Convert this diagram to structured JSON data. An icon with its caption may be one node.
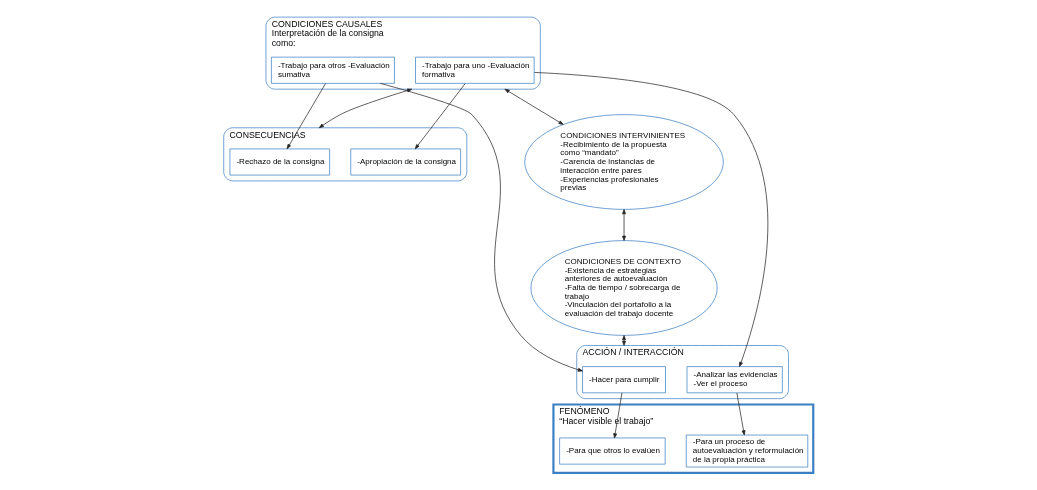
{
  "diagram": {
    "nodes": [
      {
        "text": [
          "CONDICIONES CAUSALES",
          "Interpretación de la consigna como:"
        ]
      },
      {
        "text": [
          "-Trabajo para otros -Evaluación sumativa"
        ],
        "in": 0
      },
      {
        "text": [
          "-Trabajo para uno -Evaluación formativa"
        ],
        "in": 0
      },
      {
        "text": [
          "CONDICIONES INTERVINIENTES",
          "-Recibimiento de la propuesta como “mandato”",
          "-Carencia de instancias de interacción entre pares",
          "-Experiencias profesionales previas"
        ]
      },
      {
        "text": [
          "CONDICIONES DE CONTEXTO",
          "-Existencia de estrategias anteriores de autoevaluación",
          "-Falta de tiempo / sobrecarga de trabajo",
          "-Vinculación del portafolio a la evaluación del trabajo docente"
        ]
      },
      {
        "text": [
          "CONSECUENCIAS"
        ]
      },
      {
        "text": [
          "-Rechazo de la consigna"
        ],
        "in": 5
      },
      {
        "text": [
          "-Apropiación de la consigna"
        ],
        "in": 5
      },
      {
        "text": [
          "FENÓMENO",
          "“Hacer visible el trabajo”"
        ]
      },
      {
        "text": [
          "-Para que otros lo evalúen"
        ],
        "in": 8
      },
      {
        "text": [
          "-Para un proceso de autoevaluación y reformulación de la propia práctica"
        ],
        "in": 8
      },
      {
        "text": [
          "ACCIÓN / INTERACCIÓN"
        ]
      },
      {
        "text": [
          "-Hacer para cumplir"
        ],
        "in": 11
      },
      {
        "text": [
          "-Analizar las evidencias",
          "-Ver el proceso"
        ],
        "in": 11
      }
    ],
    "edges": [
      {
        "from": 0,
        "to": 3,
        "arrow": "both"
      },
      {
        "from": 3,
        "to": 4,
        "arrow": "both"
      },
      {
        "from": 0,
        "to": 5,
        "arrow": "both"
      },
      {
        "from": 4,
        "to": 11,
        "arrow": "both"
      },
      {
        "from": 1,
        "to": 6,
        "arrow": "to"
      },
      {
        "from": 2,
        "to": 7,
        "arrow": "to"
      },
      {
        "from": 1,
        "to": 12,
        "arrow": "to"
      },
      {
        "from": 2,
        "to": 13,
        "arrow": "to"
      },
      {
        "from": 12,
        "to": 9,
        "arrow": "to"
      },
      {
        "from": 13,
        "to": 10,
        "arrow": "to"
      }
    ]
  }
}
